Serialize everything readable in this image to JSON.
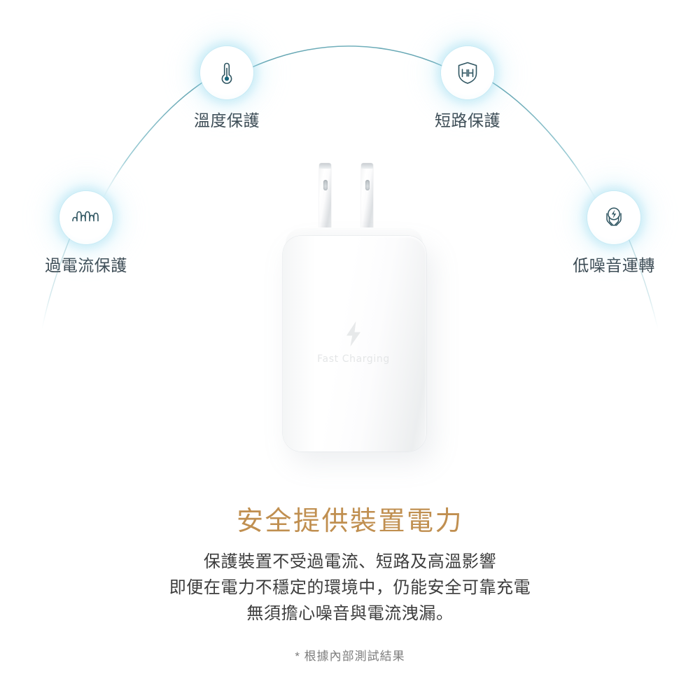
{
  "page": {
    "background_color": "#ffffff",
    "accent_color": "#c08f50",
    "line_color": "#6fb7c4",
    "label_color": "#3b4a53"
  },
  "features": [
    {
      "id": "temperature-protection",
      "label": "溫度保護",
      "icon": "thermometer-icon"
    },
    {
      "id": "short-circuit-protection",
      "label": "短路保護",
      "icon": "shield-circuit-icon"
    },
    {
      "id": "over-current-protection",
      "label": "過電流保護",
      "icon": "current-waveform-icon"
    },
    {
      "id": "low-noise-operation",
      "label": "低噪音運轉",
      "icon": "hands-holding-power-icon"
    }
  ],
  "product": {
    "name": "wall-charger",
    "emboss_text": "Fast Charging",
    "emboss_icon": "lightning-bolt-icon"
  },
  "copy": {
    "headline": "安全提供裝置電力",
    "body_lines": [
      "保護裝置不受過電流、短路及高溫影響",
      "即便在電力不穩定的環境中，仍能安全可靠充電",
      "無須擔心噪音與電流洩漏。"
    ],
    "footnote": "* 根據內部測試結果"
  }
}
